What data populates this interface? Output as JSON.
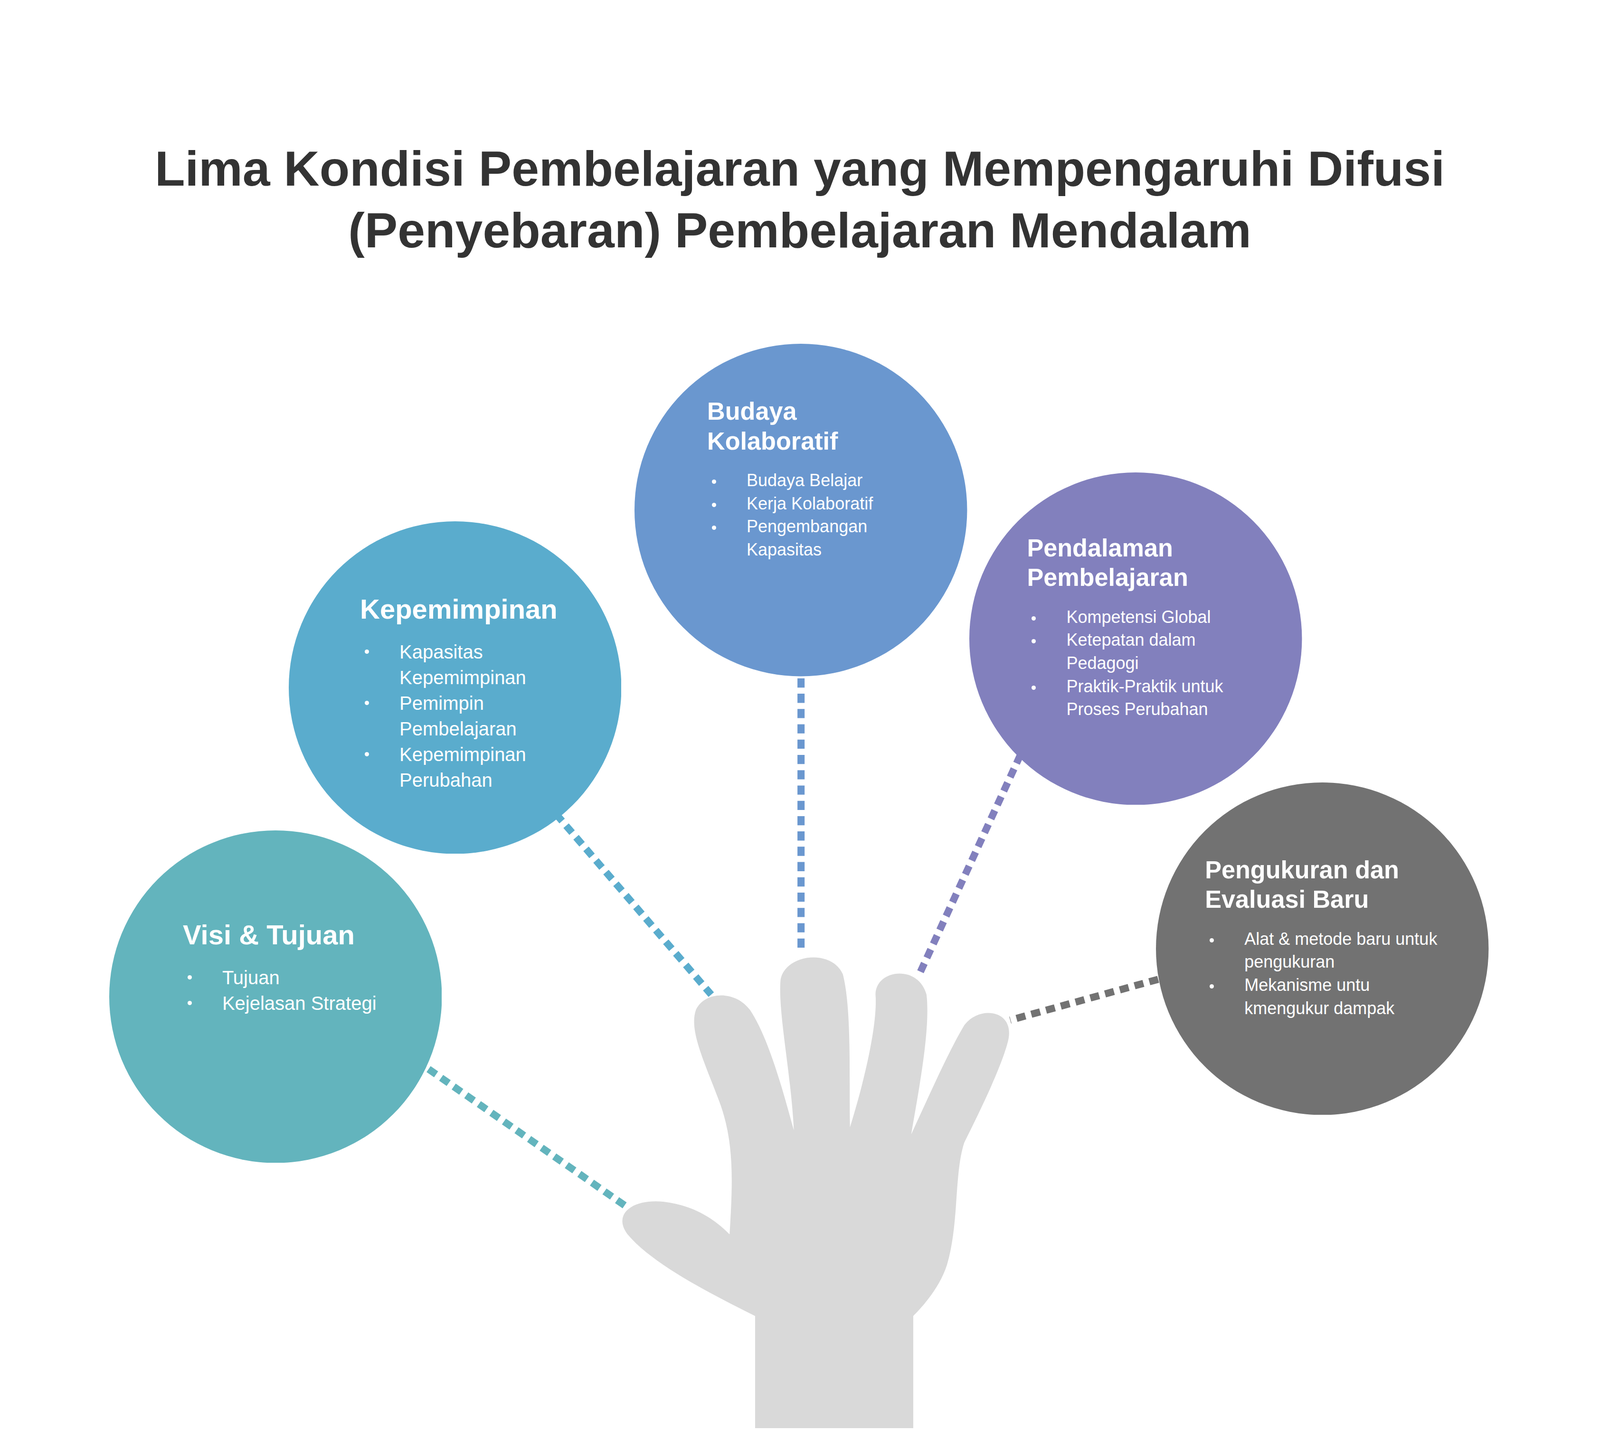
{
  "diagram": {
    "title": "Lima Kondisi Pembelajaran yang Mempengaruhi Difusi (Penyebaran) Pembelajaran Mendalam",
    "nodes": [
      {
        "text": [
          "Kepemimpinan",
          "Kapasitas Kepemimpinan",
          "Pemimpin Pembelajaran",
          "Kepemimpinan Perubahan"
        ]
      },
      {
        "text": [
          "Budaya Kolaboratif",
          "Budaya Belajar",
          "Kerja Kolaboratif",
          "Pengembangan Kapasitas"
        ]
      },
      {
        "text": [
          "Pendalaman Pembelajaran",
          "Kompetensi Global",
          "Ketepatan dalam Pedagogi",
          "Praktik-Praktik untuk Proses Perubahan"
        ]
      },
      {
        "text": [
          "Visi & Tujuan",
          "Tujuan",
          "Kejelasan Strategi"
        ]
      },
      {
        "text": [
          "Pengukuran dan Evaluasi Baru",
          "Alat & metode baru untuk pengukuran",
          "Mekanisme untu kmengukur dampak"
        ]
      }
    ]
  }
}
